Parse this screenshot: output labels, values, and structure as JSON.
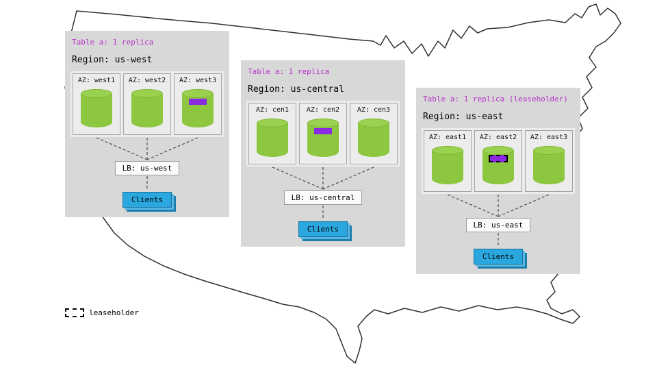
{
  "colors": {
    "replica_green": "#8dc63f",
    "marker_purple": "#8a2be2",
    "title_purple": "#b833c9",
    "clients_blue": "#2aa7de",
    "card_gray": "#d8d8d8"
  },
  "legend": {
    "label": "leaseholder"
  },
  "regions": [
    {
      "title": "Table a: 1 replica",
      "region": "Region: us-west",
      "azs": [
        {
          "label": "AZ: west1",
          "marker": "none"
        },
        {
          "label": "AZ: west2",
          "marker": "none"
        },
        {
          "label": "AZ: west3",
          "marker": "replica"
        }
      ],
      "lb": "LB: us-west",
      "clients": "Clients"
    },
    {
      "title": "Table a: 1 replica",
      "region": "Region: us-central",
      "azs": [
        {
          "label": "AZ: cen1",
          "marker": "none"
        },
        {
          "label": "AZ: cen2",
          "marker": "replica"
        },
        {
          "label": "AZ: cen3",
          "marker": "none"
        }
      ],
      "lb": "LB: us-central",
      "clients": "Clients"
    },
    {
      "title": "Table a: 1 replica (leaseholder)",
      "region": "Region: us-east",
      "azs": [
        {
          "label": "AZ: east1",
          "marker": "none"
        },
        {
          "label": "AZ: east2",
          "marker": "leaseholder"
        },
        {
          "label": "AZ: east3",
          "marker": "none"
        }
      ],
      "lb": "LB: us-east",
      "clients": "Clients"
    }
  ]
}
